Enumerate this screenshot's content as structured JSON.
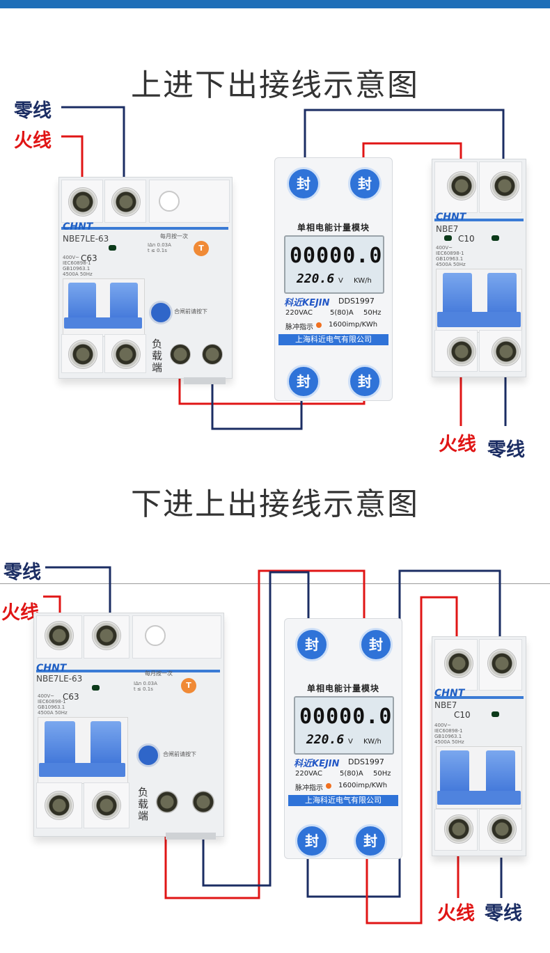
{
  "diagrams": [
    {
      "title": "上进下出接线示意图",
      "neutral_label": "零线",
      "live_label": "火线",
      "bottom_live_label": "火线",
      "bottom_neutral_label": "零线"
    },
    {
      "title": "下进上出接线示意图",
      "neutral_label": "零线",
      "live_label": "火线",
      "bottom_live_label": "火线",
      "bottom_neutral_label": "零线"
    }
  ],
  "rcbo": {
    "brand": "CHNT",
    "model": "NBE7LE-63",
    "rating": "C63",
    "spec_lines": "400V~\nIEC60898-1\nGB10963.1\n4500A 50Hz",
    "test_note": "每月按一次",
    "leak_spec": "IΔn 0.03A\nt ≤ 0.1s",
    "test_symbol": "T",
    "reset_note": "合闸前请按下",
    "load_label": "负载端"
  },
  "meter": {
    "seal": "封",
    "title": "单相电能计量模块",
    "energy": "00000.0",
    "voltage": "220.6",
    "voltage_unit": "V",
    "energy_unit": "KW/h",
    "brand": "科近KEJIN",
    "model": "DDS1997",
    "spec_voltage": "220VAC",
    "spec_current": "5(80)A",
    "spec_freq": "50Hz",
    "pulse_label": "脉冲指示",
    "pulse_rate": "1600imp/KWh",
    "maker": "上海科近电气有限公司"
  },
  "mcb": {
    "brand": "CHNT",
    "model": "NBE7",
    "rating": "C10",
    "spec_lines": "400V~\nIEC60898-1\nGB10963.1\n4500A 50Hz"
  },
  "colors": {
    "live_wire": "#e01515",
    "neutral_wire": "#1b2d63",
    "brand_blue": "#2f73d8",
    "header_bar": "#1f6fb8"
  }
}
